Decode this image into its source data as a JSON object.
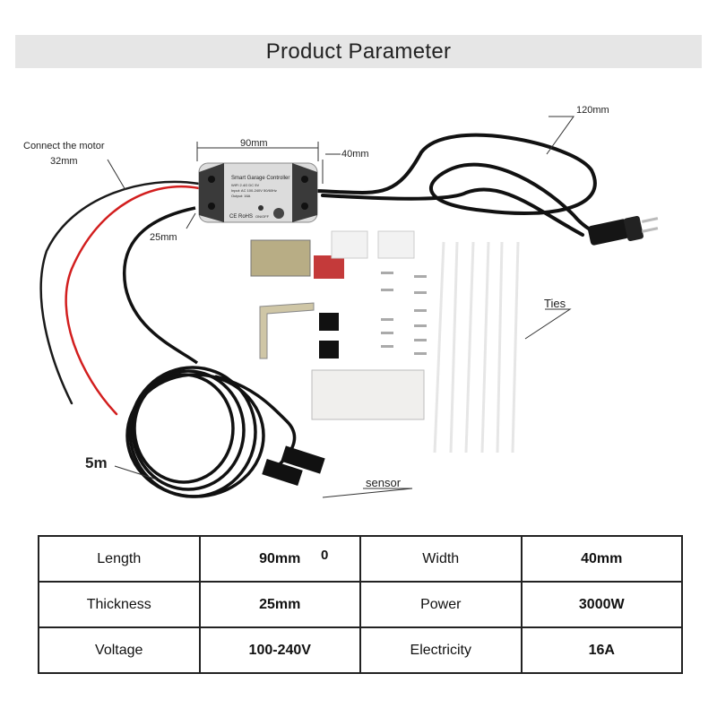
{
  "header": {
    "title": "Product Parameter"
  },
  "labels": {
    "connect_motor": "Connect the motor",
    "dim_32": "32mm",
    "dim_90": "90mm",
    "dim_40": "40mm",
    "dim_120": "120mm",
    "dim_25": "25mm",
    "ties": "Ties",
    "cable_5m": "5m",
    "sensor": "sensor"
  },
  "device": {
    "line1": "Smart Garage Controller",
    "line2": "WIFI 2.4G DC 5V",
    "line3": "Input: AC 100-240V 50/60Hz",
    "line4": "Output: 16A",
    "ce": "CE RoHS",
    "onoff": "ON/OFF"
  },
  "spec_table": {
    "rows": [
      {
        "k1": "Length",
        "v1": "90mm",
        "k2": "Width",
        "v2": "40mm"
      },
      {
        "k1": "Thickness",
        "v1": "25mm",
        "k2": "Power",
        "v2": "3000W"
      },
      {
        "k1": "Voltage",
        "v1": "100-240V",
        "k2": "Electricity",
        "v2": "16A"
      }
    ],
    "stray_mark": "0"
  },
  "colors": {
    "banner_bg": "#e6e6e6",
    "device_body": "#dcdcdc",
    "device_caps": "#3a3a3a",
    "cable": "#111111",
    "wire_red": "#d21e1e"
  }
}
